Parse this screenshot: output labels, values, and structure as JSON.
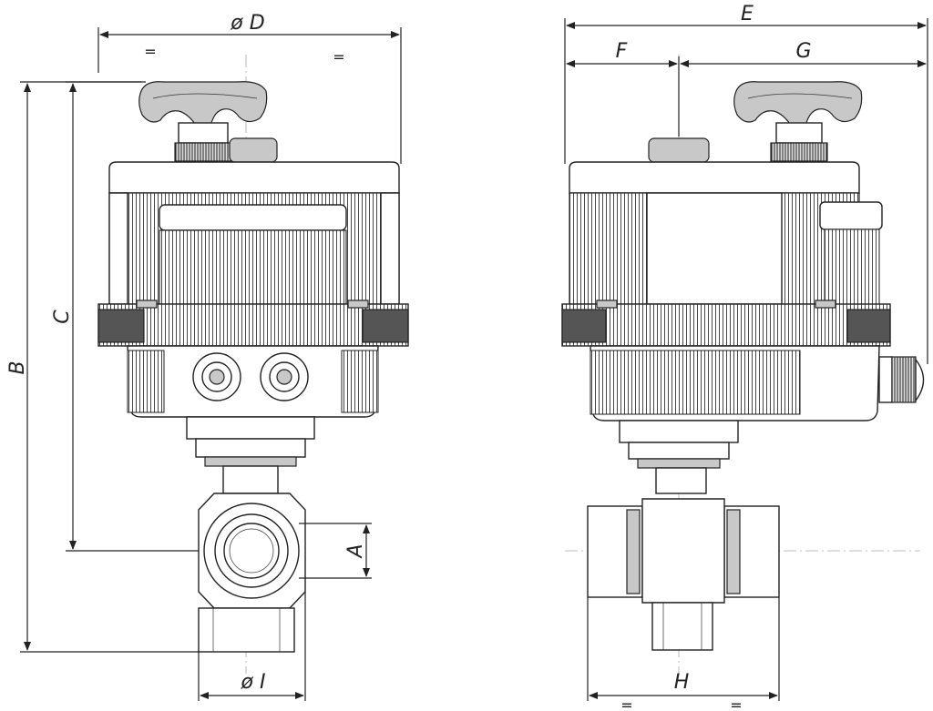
{
  "diagram": {
    "labels": {
      "D": "ø D",
      "E": "E",
      "F": "F",
      "G": "G",
      "B": "B",
      "C": "C",
      "A": "A",
      "I": "ø I",
      "H": "H",
      "eq": "="
    },
    "colors": {
      "line": "#222222",
      "shade": "#c8c8c8",
      "dark": "#555555"
    }
  }
}
